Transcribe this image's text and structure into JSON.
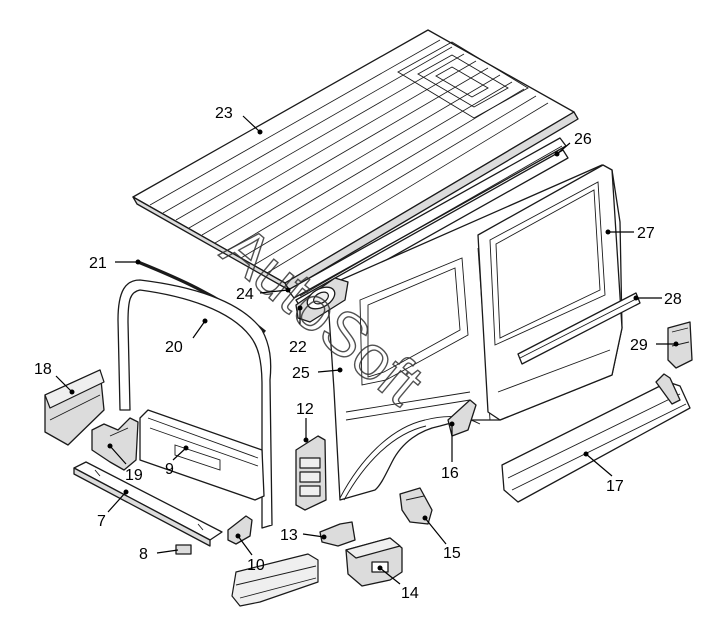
{
  "diagram": {
    "watermark": "AutoSoft",
    "callouts": [
      "23",
      "26",
      "27",
      "21",
      "24",
      "28",
      "20",
      "22",
      "29",
      "18",
      "25",
      "12",
      "19",
      "9",
      "16",
      "17",
      "7",
      "13",
      "15",
      "8",
      "10",
      "14"
    ]
  }
}
